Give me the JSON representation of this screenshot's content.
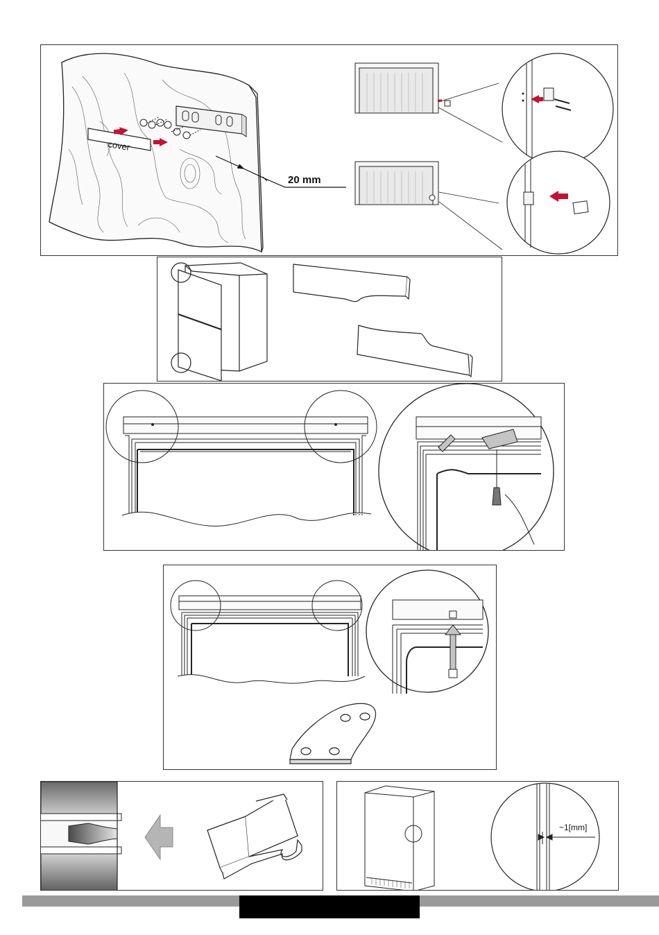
{
  "figure1": {
    "cover_label": "cover",
    "distance_label": "20 mm"
  },
  "figure6": {
    "gap_label": "~1[mm]"
  },
  "colors": {
    "arrow_red": "#c8102e",
    "line": "#222222",
    "gray_arrow": "#b5b5b5",
    "footer_bar": "#9a9a9a",
    "footer_block": "#000000"
  }
}
